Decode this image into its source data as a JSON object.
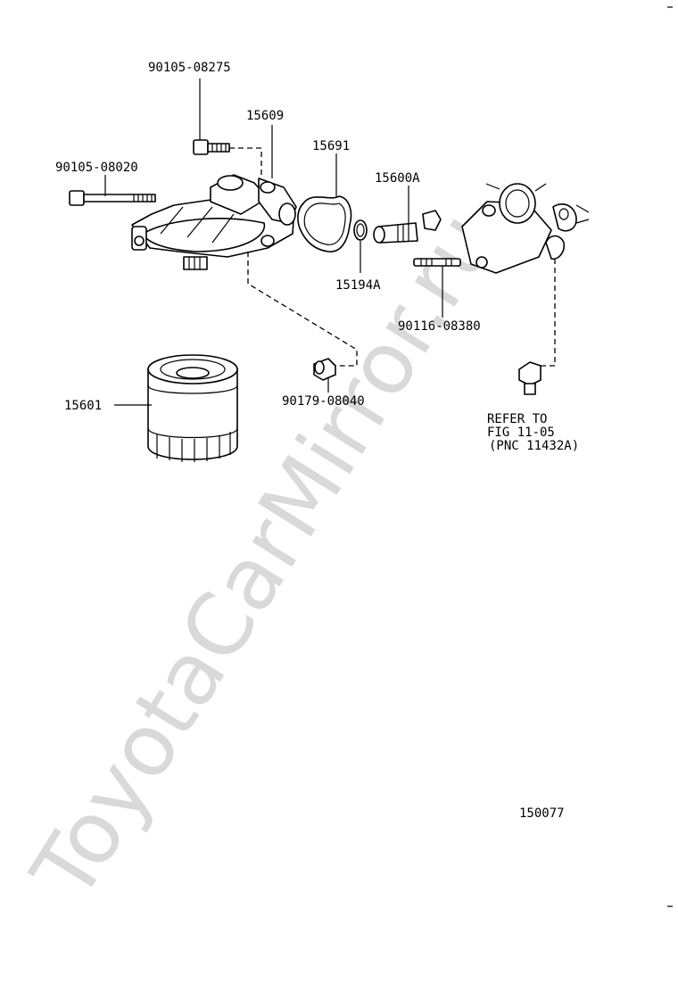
{
  "watermark": "ToyotaCarMirror.ru",
  "diagram_code": "150077",
  "parts": {
    "bolt_top": "90105-08275",
    "bracket": "15609",
    "bolt_long": "90105-08020",
    "gasket": "15691",
    "relief_valve": "15600A",
    "o_ring": "15194A",
    "stud": "90116-08380",
    "plug": "90179-08040",
    "oil_filter": "15601"
  },
  "refer_note": {
    "line1": "REFER TO",
    "line2": "FIG 11-05",
    "line3": "(PNC 11432A)"
  }
}
